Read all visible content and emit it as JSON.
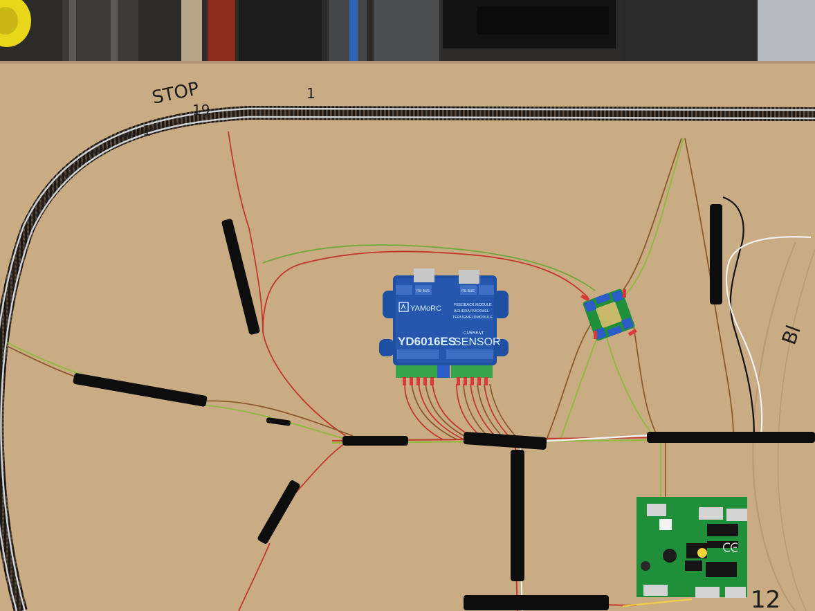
{
  "board": {
    "color": "#c9ab84",
    "handwriting": {
      "stop": "STOP",
      "num_19": "19",
      "mark_left": "1",
      "mark_top": "1",
      "block_partial": "Bl",
      "num_12": "12"
    }
  },
  "module": {
    "color": "#1f4fa0",
    "brand": "YAMoRC",
    "model": "YD6016ES",
    "type_small": "CURRENT",
    "type_large": "SENSOR",
    "desc_lines": [
      "FEEDBACK MODULE",
      "ACHERA RÜCKMEL",
      "TERUGMELDMODULE"
    ],
    "port_left": "RS-BUS",
    "port_right": "RS-BUS"
  },
  "colors": {
    "wire_red": "#c0392b",
    "wire_green": "#8dbb3c",
    "wire_brown": "#8a5a2b",
    "wire_white": "#f2f2f2",
    "wire_black": "#111111",
    "pcb_green": "#1f8f3a",
    "terminal_green": "#37a34a",
    "terminal_blue": "#2b5cc8"
  },
  "icons": [
    "yamorc-logo-icon",
    "ce-mark-icon"
  ]
}
